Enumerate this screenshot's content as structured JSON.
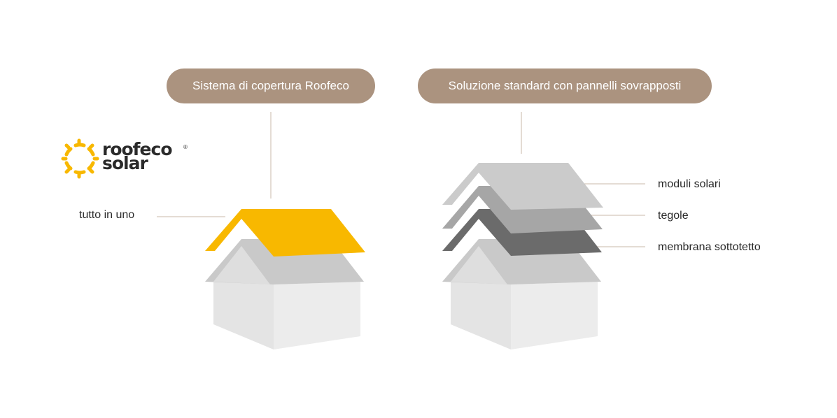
{
  "headers": {
    "roofeco_system": "Sistema di copertura Roofeco",
    "standard_solution": "Soluzione standard con pannelli sovrapposti"
  },
  "logo": {
    "line1": "roofeco",
    "line2": "solar",
    "registered_mark": "®",
    "icon": "sun-icon"
  },
  "labels": {
    "all_in_one": "tutto in uno",
    "solar_modules": "moduli solari",
    "tiles": "tegole",
    "underlay_membrane": "membrana sottotetto"
  },
  "colors": {
    "pill": "#ab937f",
    "solar_roof": "#f8b800",
    "house_side": "#e5e5e5",
    "house_front": "#ebebeb",
    "house_roof": "#c8c8c8",
    "module_layer": "#c8c8c8",
    "tile_layer": "#a6a6a6",
    "membrane_layer": "#6b6b6b",
    "leader_line": "#c9b8a8"
  }
}
